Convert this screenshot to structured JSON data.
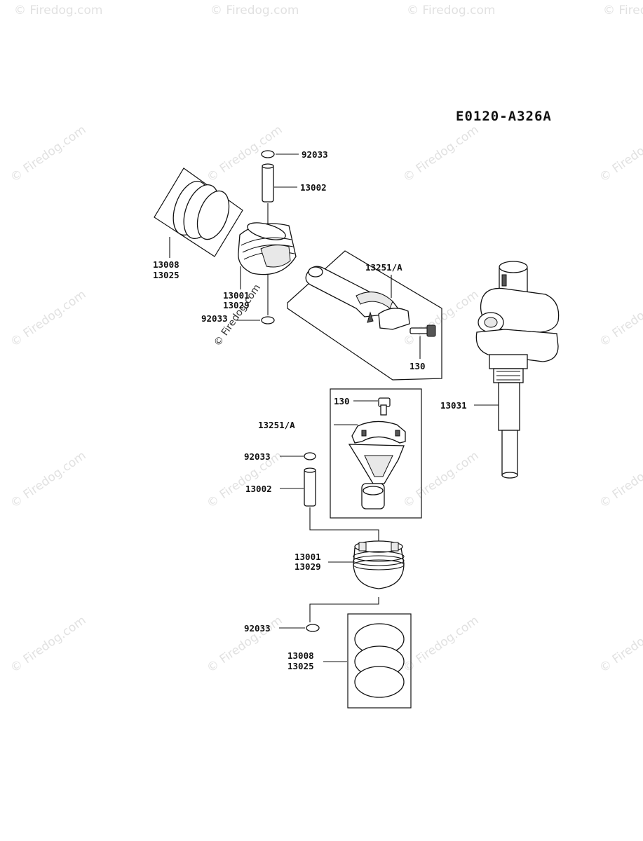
{
  "diagram_code": "E0120-A326A",
  "watermark": {
    "text": "© Firedog.com",
    "center_text": "© Firedog.com"
  },
  "labels": {
    "top_circlip_pn": "92033",
    "top_pin_pn": "13002",
    "top_rings_pn_1": "13008",
    "top_rings_pn_2": "13025",
    "top_piston_pn_1": "13001",
    "top_piston_pn_2": "13029",
    "top_circlip_lower_pn": "92033",
    "top_rod_pn": "13251/A",
    "top_bolt_pn": "130",
    "crankshaft_pn": "13031",
    "low_bolt_pn": "130",
    "low_rod_pn": "13251/A",
    "low_circlip_pn": "92033",
    "low_pin_pn": "13002",
    "low_piston_pn_1": "13001",
    "low_piston_pn_2": "13029",
    "low_circlip_lower_pn": "92033",
    "low_rings_pn_1": "13008",
    "low_rings_pn_2": "13025"
  }
}
